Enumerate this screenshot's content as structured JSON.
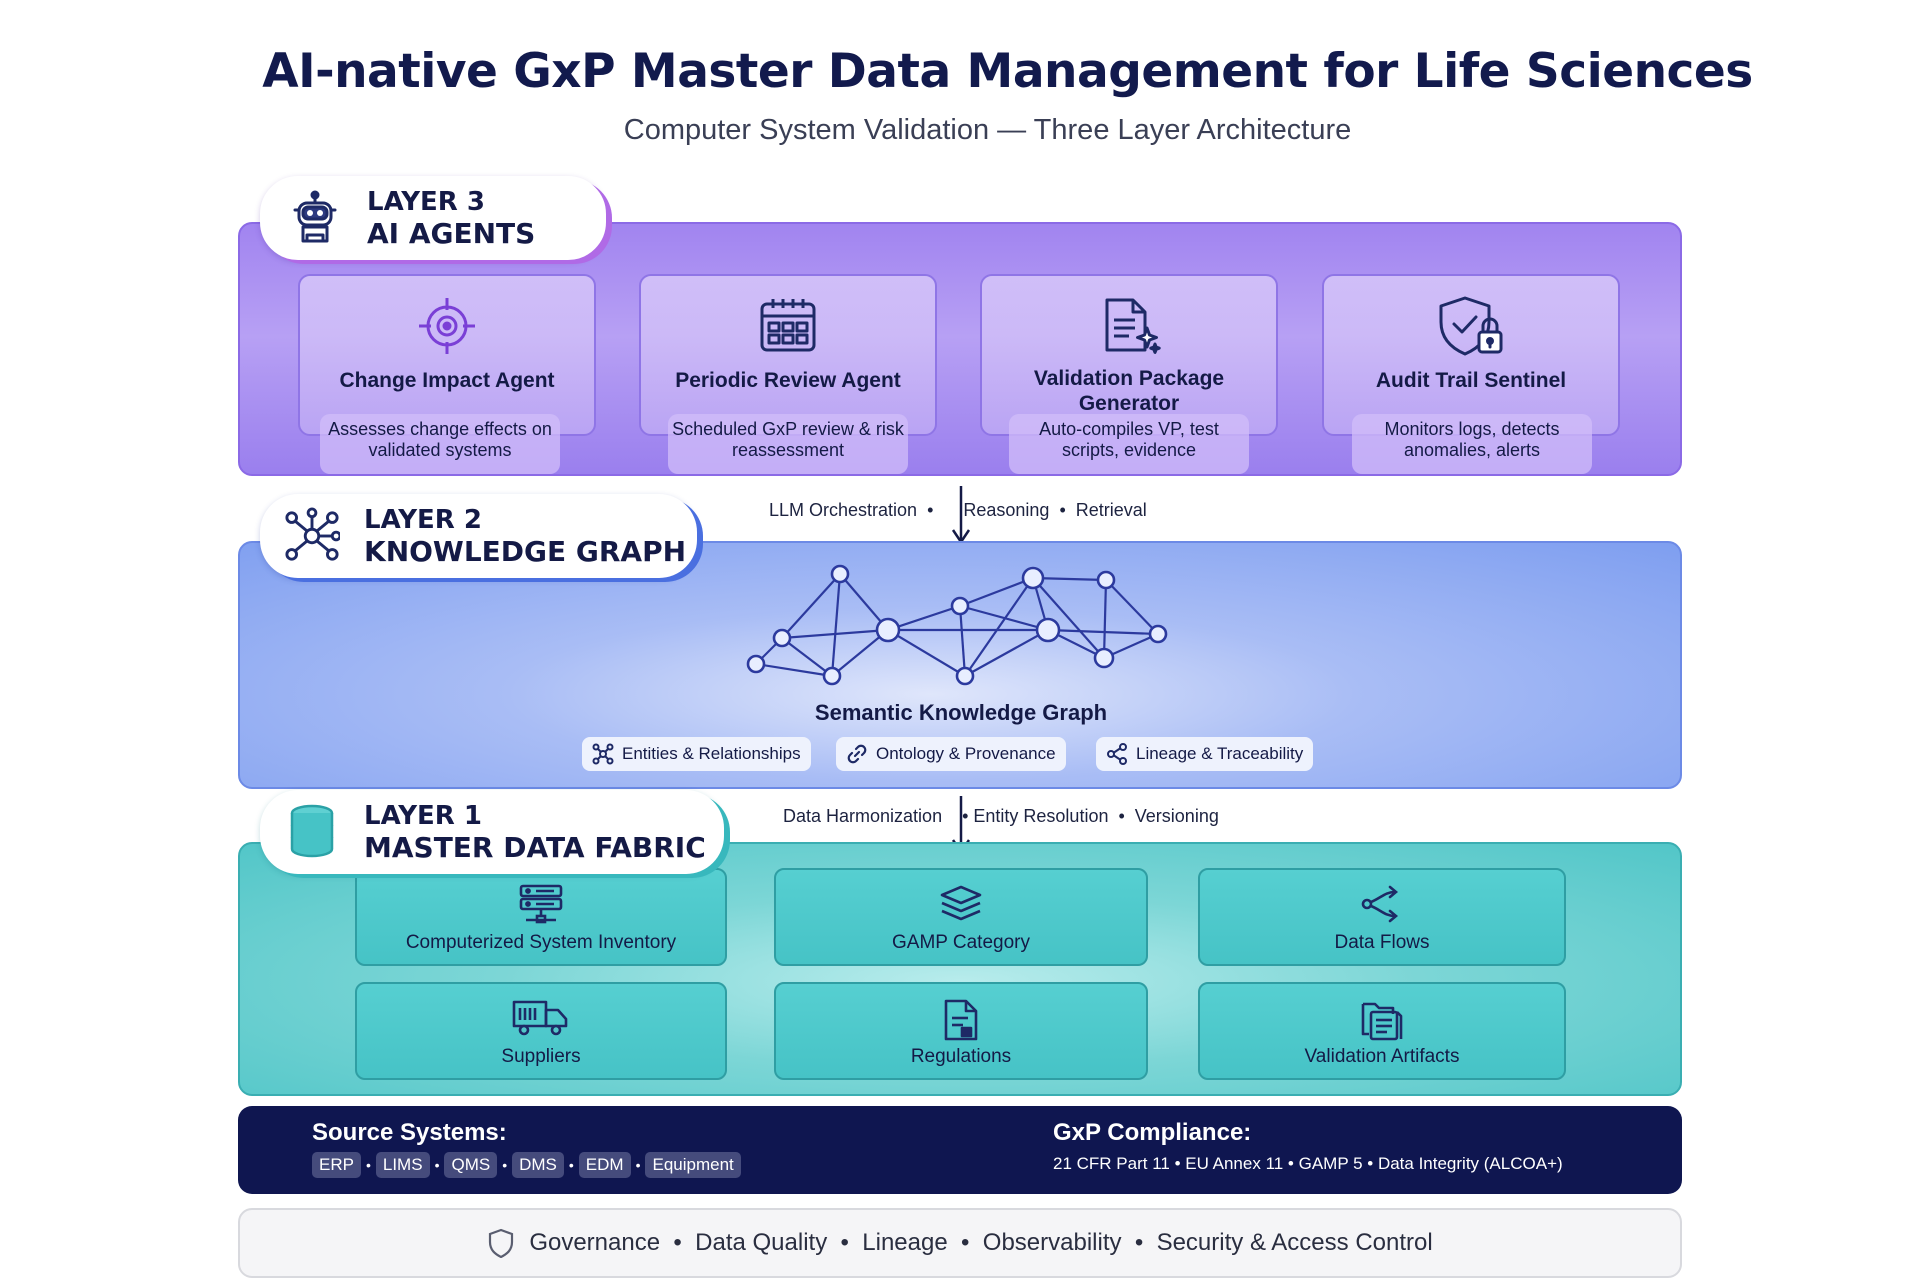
{
  "header": {
    "title": "AI-native GxP Master Data Management for Life Sciences",
    "subtitle": "Computer System Validation — Three Layer Architecture"
  },
  "layer3": {
    "label_top": "LAYER 3",
    "label_bottom": "AI AGENTS",
    "icon": "robot-icon",
    "color": "#a184f0",
    "agents": [
      {
        "name": "Change Impact Agent",
        "desc": "Assesses change effects on validated systems",
        "icon": "target-icon"
      },
      {
        "name": "Periodic Review Agent",
        "desc": "Scheduled GxP review & risk reassessment",
        "icon": "calendar-icon"
      },
      {
        "name": "Validation Package Generator",
        "desc": "Auto-compiles VP, test scripts, evidence",
        "icon": "document-sparkle-icon"
      },
      {
        "name": "Audit Trail Sentinel",
        "desc": "Monitors logs, detects anomalies, alerts",
        "icon": "shield-lock-icon"
      }
    ]
  },
  "connector_upper": {
    "a": "LLM Orchestration",
    "b": "Reasoning",
    "c": "Retrieval"
  },
  "layer2": {
    "label_top": "LAYER 2",
    "label_bottom": "KNOWLEDGE GRAPH",
    "icon": "graph-network-icon",
    "color": "#7e9ef0",
    "graph_title": "Semantic Knowledge Graph",
    "chips": [
      {
        "label": "Entities & Relationships",
        "icon": "nodes-icon"
      },
      {
        "label": "Ontology & Provenance",
        "icon": "link-icon"
      },
      {
        "label": "Lineage & Traceability",
        "icon": "share-icon"
      }
    ]
  },
  "connector_lower": {
    "a": "Data Harmonization",
    "b": "Entity Resolution",
    "c": "Versioning"
  },
  "layer1": {
    "label_top": "LAYER 1",
    "label_bottom": "MASTER DATA FABRIC",
    "icon": "database-icon",
    "color": "#52c6c8",
    "items": [
      {
        "name": "Computerized System Inventory",
        "icon": "server-icon"
      },
      {
        "name": "GAMP Category",
        "icon": "layers-icon"
      },
      {
        "name": "Data Flows",
        "icon": "flow-icon"
      },
      {
        "name": "Suppliers",
        "icon": "truck-icon"
      },
      {
        "name": "Regulations",
        "icon": "regulation-doc-icon"
      },
      {
        "name": "Validation Artifacts",
        "icon": "files-icon"
      }
    ]
  },
  "footer": {
    "source_title": "Source Systems:",
    "sources": [
      "ERP",
      "LIMS",
      "QMS",
      "DMS",
      "EDM",
      "Equipment"
    ],
    "compliance_title": "GxP Compliance:",
    "compliance": "21 CFR Part 11 • EU Annex 11 • GAMP 5 • Data Integrity (ALCOA+)",
    "bar_color": "#0f1650"
  },
  "governance": {
    "icon": "shield-icon",
    "items": [
      "Governance",
      "Data Quality",
      "Lineage",
      "Observability",
      "Security & Access Control"
    ]
  }
}
